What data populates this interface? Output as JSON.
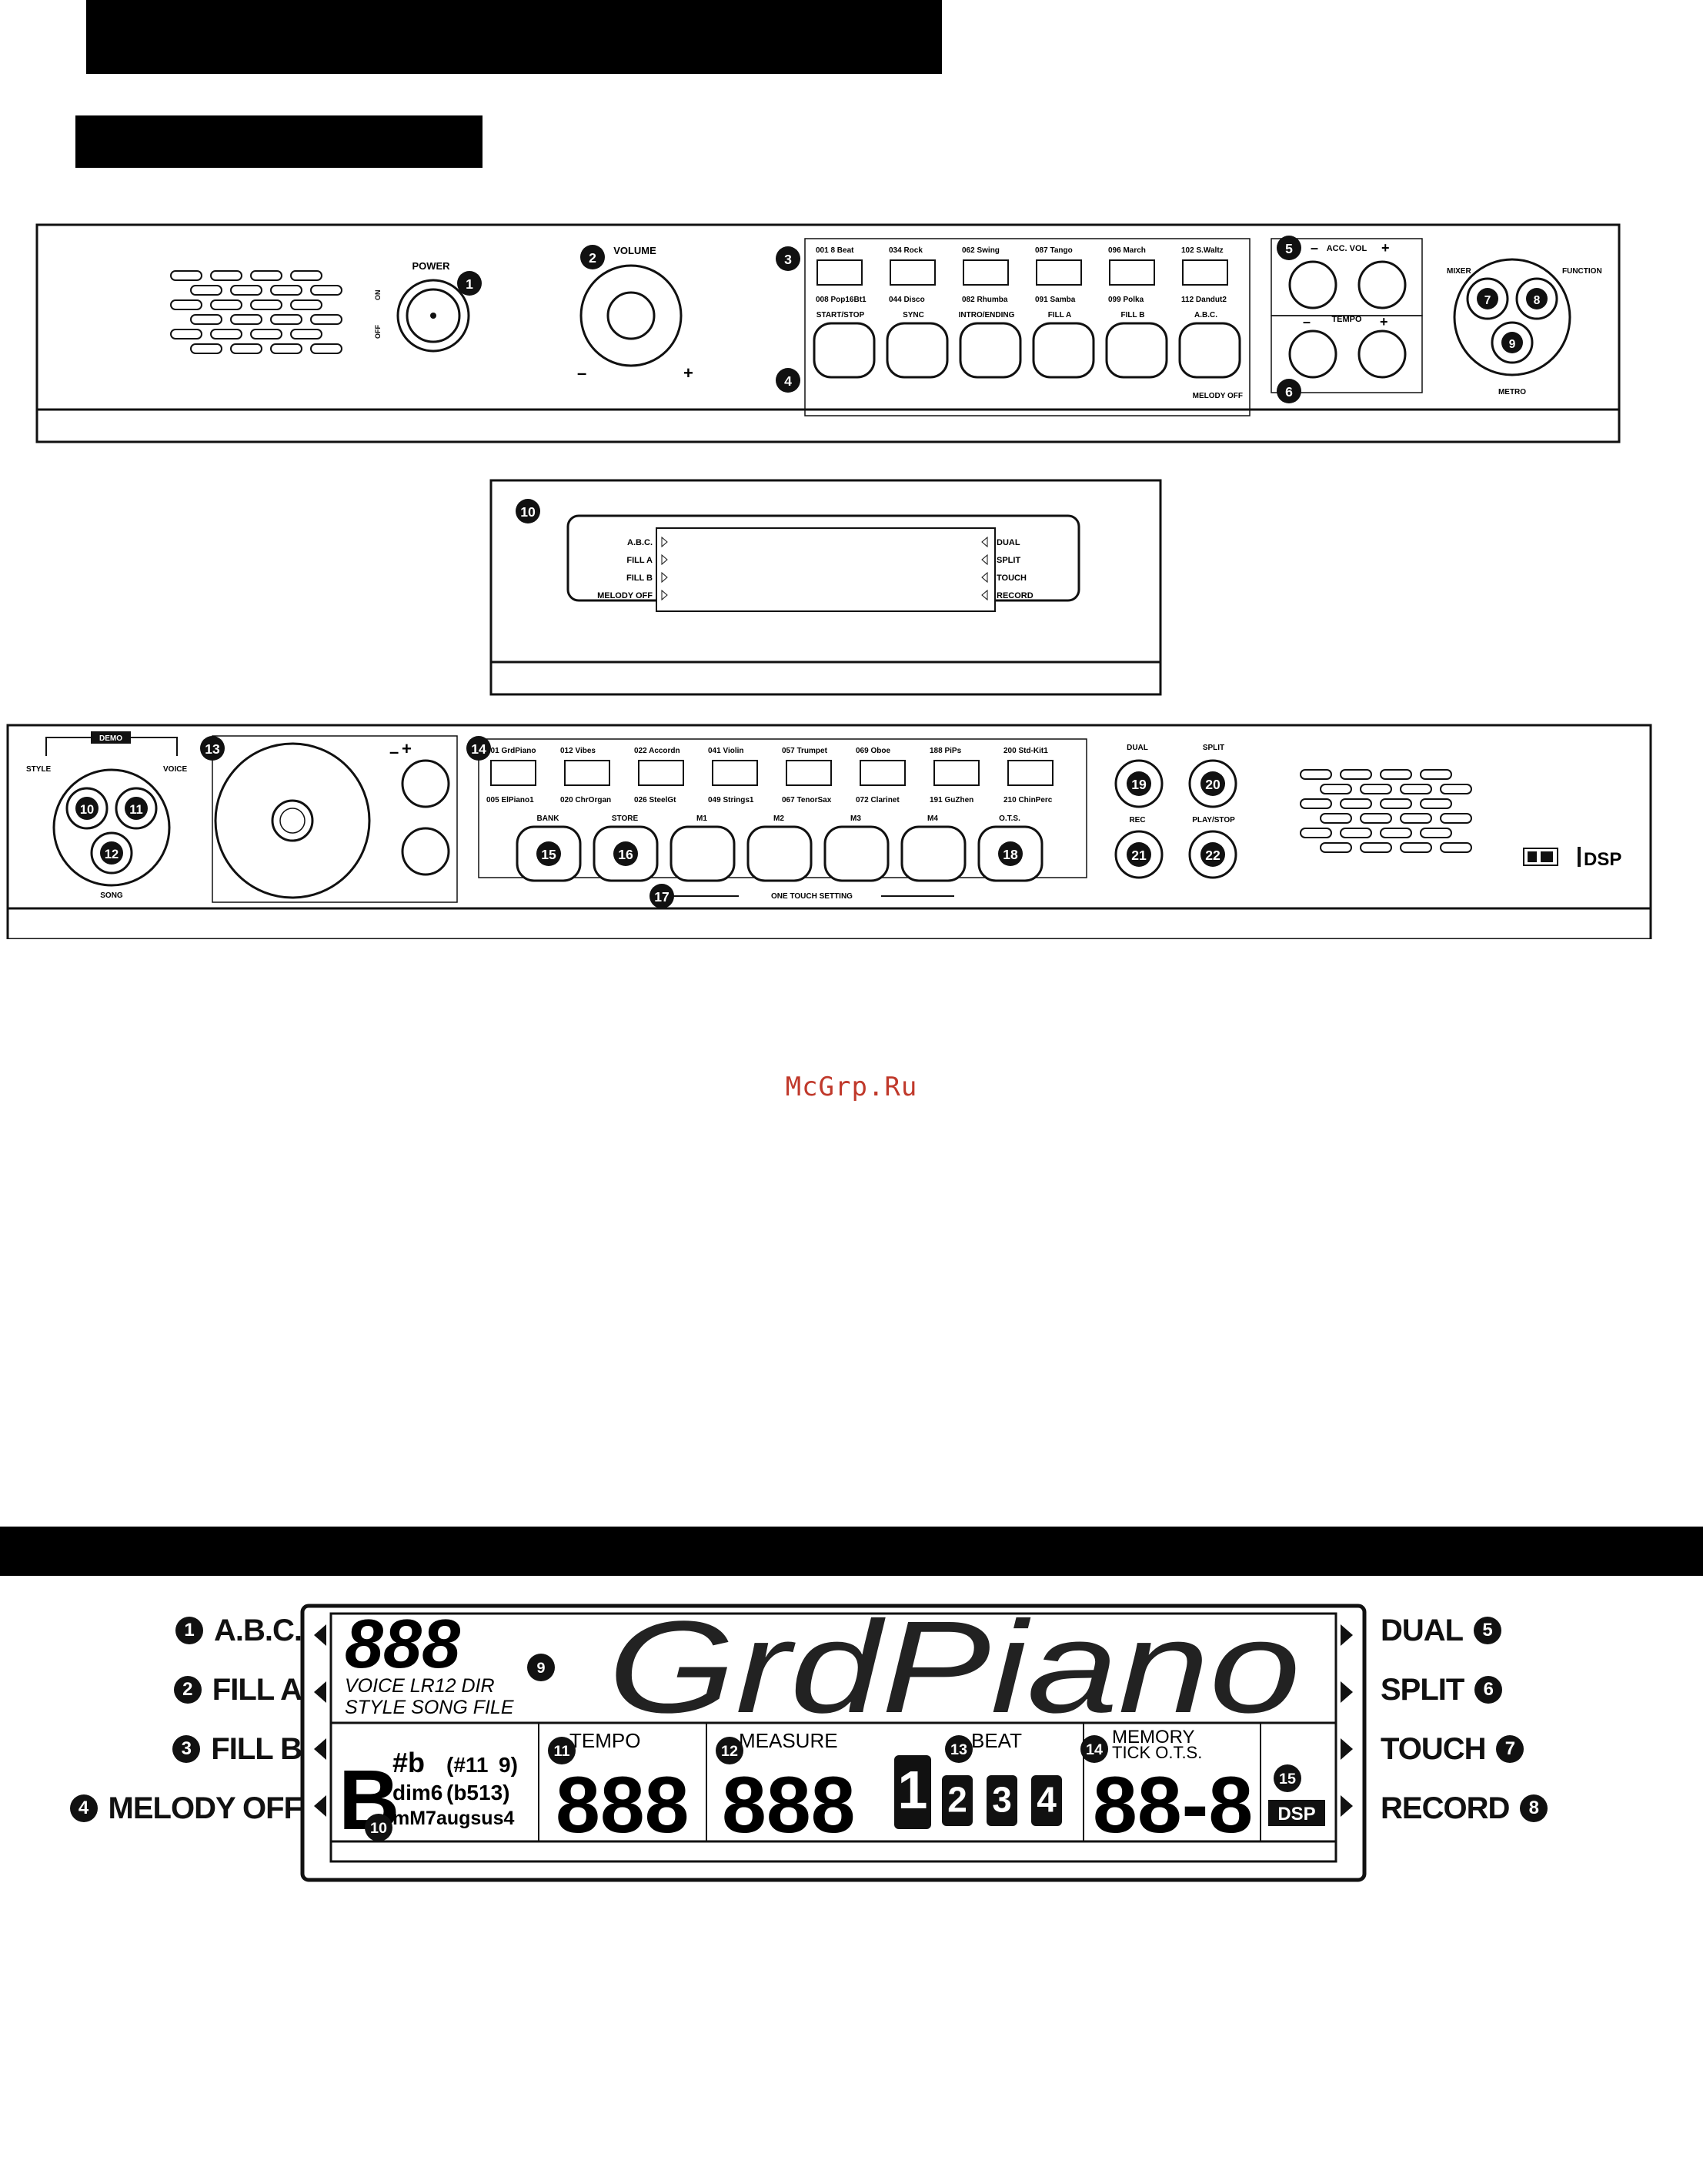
{
  "watermark": "McGrp.Ru",
  "top_panel": {
    "power_label": "POWER",
    "power_on": "ON",
    "power_off": "OFF",
    "volume_label": "VOLUME",
    "volume_minus": "–",
    "volume_plus": "+",
    "style_top": [
      "001 8 Beat",
      "034 Rock",
      "062 Swing",
      "087 Tango",
      "096 March",
      "102 S.Waltz"
    ],
    "style_bottom": [
      "008 Pop16Bt1",
      "044 Disco",
      "082 Rhumba",
      "091 Samba",
      "099 Polka",
      "112 Dandut2"
    ],
    "control_labels": [
      "START/STOP",
      "SYNC",
      "INTRO/ENDING",
      "FILL A",
      "FILL B",
      "A.B.C."
    ],
    "melody_off": "MELODY OFF",
    "acc_vol": "ACC. VOL",
    "tempo": "TEMPO",
    "minus": "–",
    "plus": "+",
    "mixer": "MIXER",
    "function": "FUNCTION",
    "metro": "METRO",
    "callouts": [
      "1",
      "2",
      "3",
      "4",
      "5",
      "6",
      "7",
      "8",
      "9"
    ]
  },
  "display_panel": {
    "callout": "10",
    "left_labels": [
      "A.B.C.",
      "FILL A",
      "FILL B",
      "MELODY OFF"
    ],
    "right_labels": [
      "DUAL",
      "SPLIT",
      "TOUCH",
      "RECORD"
    ]
  },
  "bottom_panel": {
    "demo": "DEMO",
    "style": "STYLE",
    "voice": "VOICE",
    "song": "SONG",
    "dial_plus": "+",
    "dial_minus": "–",
    "voice_top": [
      "001 GrdPiano",
      "012 Vibes",
      "022 Accordn",
      "041 Violin",
      "057 Trumpet",
      "069 Oboe",
      "188 PiPs",
      "200 Std-Kit1"
    ],
    "voice_bottom": [
      "005 ElPiano1",
      "020 ChrOrgan",
      "026 SteelGt",
      "049 Strings1",
      "067 TenorSax",
      "072 Clarinet",
      "191 GuZhen",
      "210 ChinPerc"
    ],
    "button_labels": [
      "BANK",
      "STORE",
      "M1",
      "M2",
      "M3",
      "M4",
      "O.T.S."
    ],
    "ots_caption": "ONE TOUCH SETTING",
    "dual": "DUAL",
    "split": "SPLIT",
    "rec": "REC",
    "play_stop": "PLAY/STOP",
    "dsp": "DSP",
    "callouts": [
      "10",
      "11",
      "12",
      "13",
      "14",
      "15",
      "16",
      "17",
      "18",
      "19",
      "20",
      "21",
      "22"
    ]
  },
  "lcd": {
    "left_labels": [
      {
        "n": "1",
        "text": "A.B.C."
      },
      {
        "n": "2",
        "text": "FILL A"
      },
      {
        "n": "3",
        "text": "FILL B"
      },
      {
        "n": "4",
        "text": "MELODY OFF"
      }
    ],
    "right_labels": [
      {
        "n": "5",
        "text": "DUAL"
      },
      {
        "n": "6",
        "text": "SPLIT"
      },
      {
        "n": "7",
        "text": "TOUCH"
      },
      {
        "n": "8",
        "text": "RECORD"
      }
    ],
    "top_digits": "888",
    "mode_row1": "VOICE  LR12   DIR",
    "mode_row2": "STYLE  SONG  FILE",
    "main_text": "GrdPiano",
    "chord_root": "B",
    "chord_acc": "#b",
    "chord_ext1": "(#11",
    "chord_ext1b": "9)",
    "chord_ext2": "(b513)",
    "chord_dim": "dim6",
    "chord_bottom": "mM7augsus4",
    "tempo_label": "TEMPO",
    "tempo_digits": "888",
    "measure_label": "MEASURE",
    "measure_digits": "888",
    "beat_label": "BEAT",
    "beats": [
      "1",
      "2",
      "3",
      "4"
    ],
    "memory_label": "MEMORY",
    "tick_label": "TICK O.T.S.",
    "memory_digits": "88-8",
    "dsp": "DSP",
    "callouts": [
      "9",
      "10",
      "11",
      "12",
      "13",
      "14",
      "15"
    ]
  }
}
